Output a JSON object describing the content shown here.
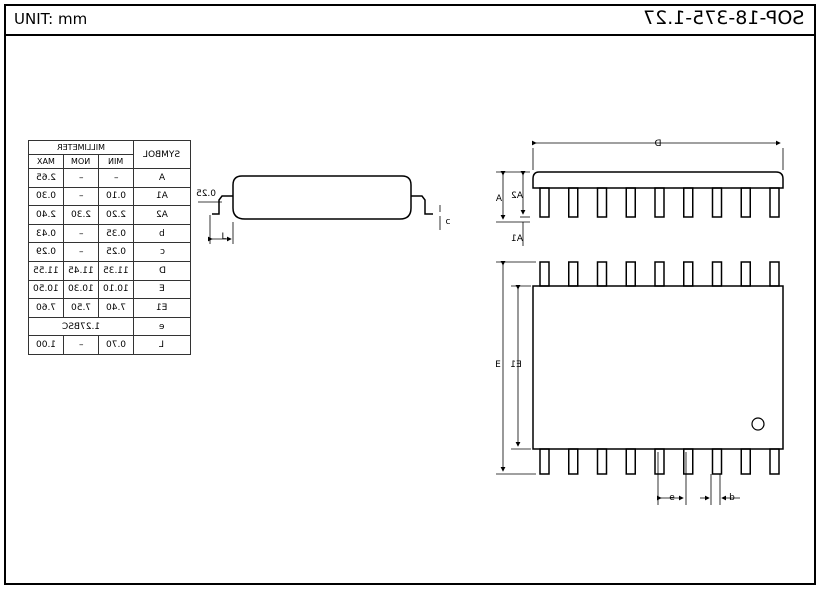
{
  "header": {
    "title": "SOP-18-375-1.27",
    "unit": "UNIT: mm"
  },
  "table": {
    "group_header": "MILLIMETER",
    "columns": [
      "MIN",
      "NOM",
      "MAX"
    ],
    "symbol_header": "SYMBOL",
    "rows": [
      {
        "symbol": "A",
        "min": "–",
        "nom": "–",
        "max": "2.65"
      },
      {
        "symbol": "A1",
        "min": "0.10",
        "nom": "–",
        "max": "0.30"
      },
      {
        "symbol": "A2",
        "min": "2.20",
        "nom": "2.30",
        "max": "2.40"
      },
      {
        "symbol": "b",
        "min": "0.35",
        "nom": "–",
        "max": "0.43"
      },
      {
        "symbol": "c",
        "min": "0.25",
        "nom": "–",
        "max": "0.29"
      },
      {
        "symbol": "D",
        "min": "11.35",
        "nom": "11.45",
        "max": "11.55"
      },
      {
        "symbol": "E",
        "min": "10.10",
        "nom": "10.30",
        "max": "10.50"
      },
      {
        "symbol": "E1",
        "min": "7.40",
        "nom": "7.50",
        "max": "7.60"
      },
      {
        "symbol": "e",
        "span": "1.27BSC"
      },
      {
        "symbol": "L",
        "min": "0.70",
        "nom": "–",
        "max": "1.00"
      }
    ]
  },
  "labels": {
    "gauge": "0.25",
    "L": "L",
    "c": "c",
    "D": "D",
    "A": "A",
    "A2": "A2",
    "A1": "A1",
    "E": "E",
    "E1": "E1",
    "e": "e",
    "b": "b"
  }
}
